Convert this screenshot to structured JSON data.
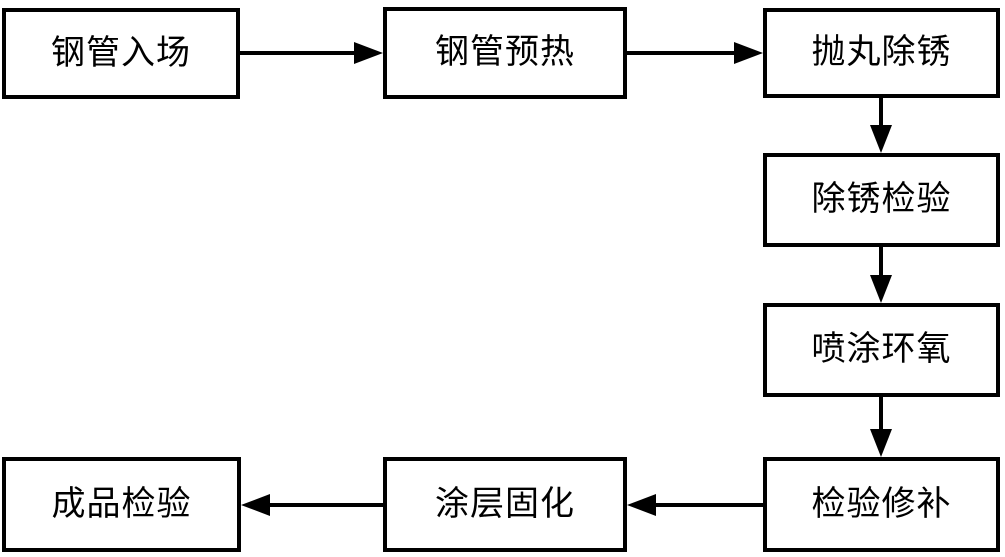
{
  "diagram": {
    "type": "flowchart",
    "background_color": "#ffffff",
    "line_color": "#000000",
    "nodes": [
      {
        "id": "steel-pipe-entry",
        "label": "钢管入场"
      },
      {
        "id": "steel-pipe-preheat",
        "label": "钢管预热"
      },
      {
        "id": "shot-blast-derust",
        "label": "抛丸除锈"
      },
      {
        "id": "derust-inspection",
        "label": "除锈检验"
      },
      {
        "id": "spray-epoxy",
        "label": "喷涂环氧"
      },
      {
        "id": "inspection-repair",
        "label": "检验修补"
      },
      {
        "id": "coating-curing",
        "label": "涂层固化"
      },
      {
        "id": "finished-product-inspection",
        "label": "成品检验"
      }
    ],
    "edges": [
      {
        "from": "钢管入场",
        "to": "钢管预热",
        "direction": "right"
      },
      {
        "from": "钢管预热",
        "to": "抛丸除锈",
        "direction": "right"
      },
      {
        "from": "抛丸除锈",
        "to": "除锈检验",
        "direction": "down"
      },
      {
        "from": "除锈检验",
        "to": "喷涂环氧",
        "direction": "down"
      },
      {
        "from": "喷涂环氧",
        "to": "检验修补",
        "direction": "down"
      },
      {
        "from": "检验修补",
        "to": "涂层固化",
        "direction": "left"
      },
      {
        "from": "涂层固化",
        "to": "成品检验",
        "direction": "left"
      }
    ]
  }
}
